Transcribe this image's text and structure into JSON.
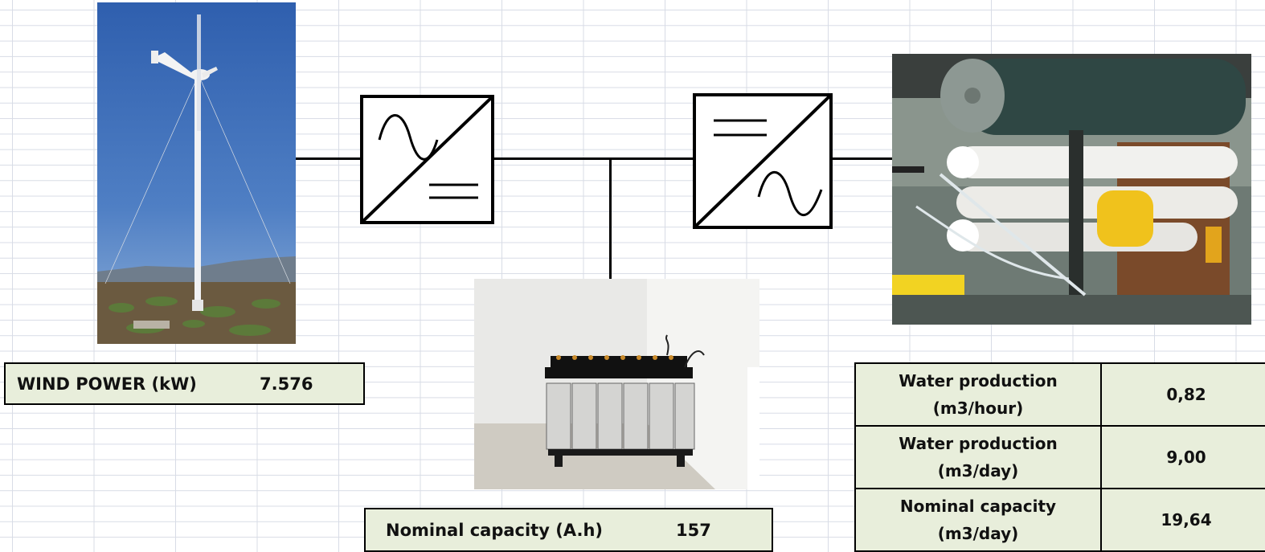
{
  "wind": {
    "label": "WIND POWER (kW)",
    "value": "7.576"
  },
  "battery": {
    "label": "Nominal capacity (A.h)",
    "value": "157"
  },
  "water": {
    "rows": [
      {
        "label_line1": "Water production",
        "label_line2": "(m3/hour)",
        "value": "0,82"
      },
      {
        "label_line1": "Water production",
        "label_line2": "(m3/day)",
        "value": "9,00"
      },
      {
        "label_line1": "Nominal capacity",
        "label_line2": "(m3/day)",
        "value": "19,64"
      }
    ]
  },
  "icons": {
    "rectifier": "ac-dc-converter-icon",
    "inverter": "dc-ac-converter-icon"
  },
  "colors": {
    "cell_fill": "#e8eedb",
    "grid_line": "#d8dce6",
    "sky": "#3f6fb8"
  }
}
